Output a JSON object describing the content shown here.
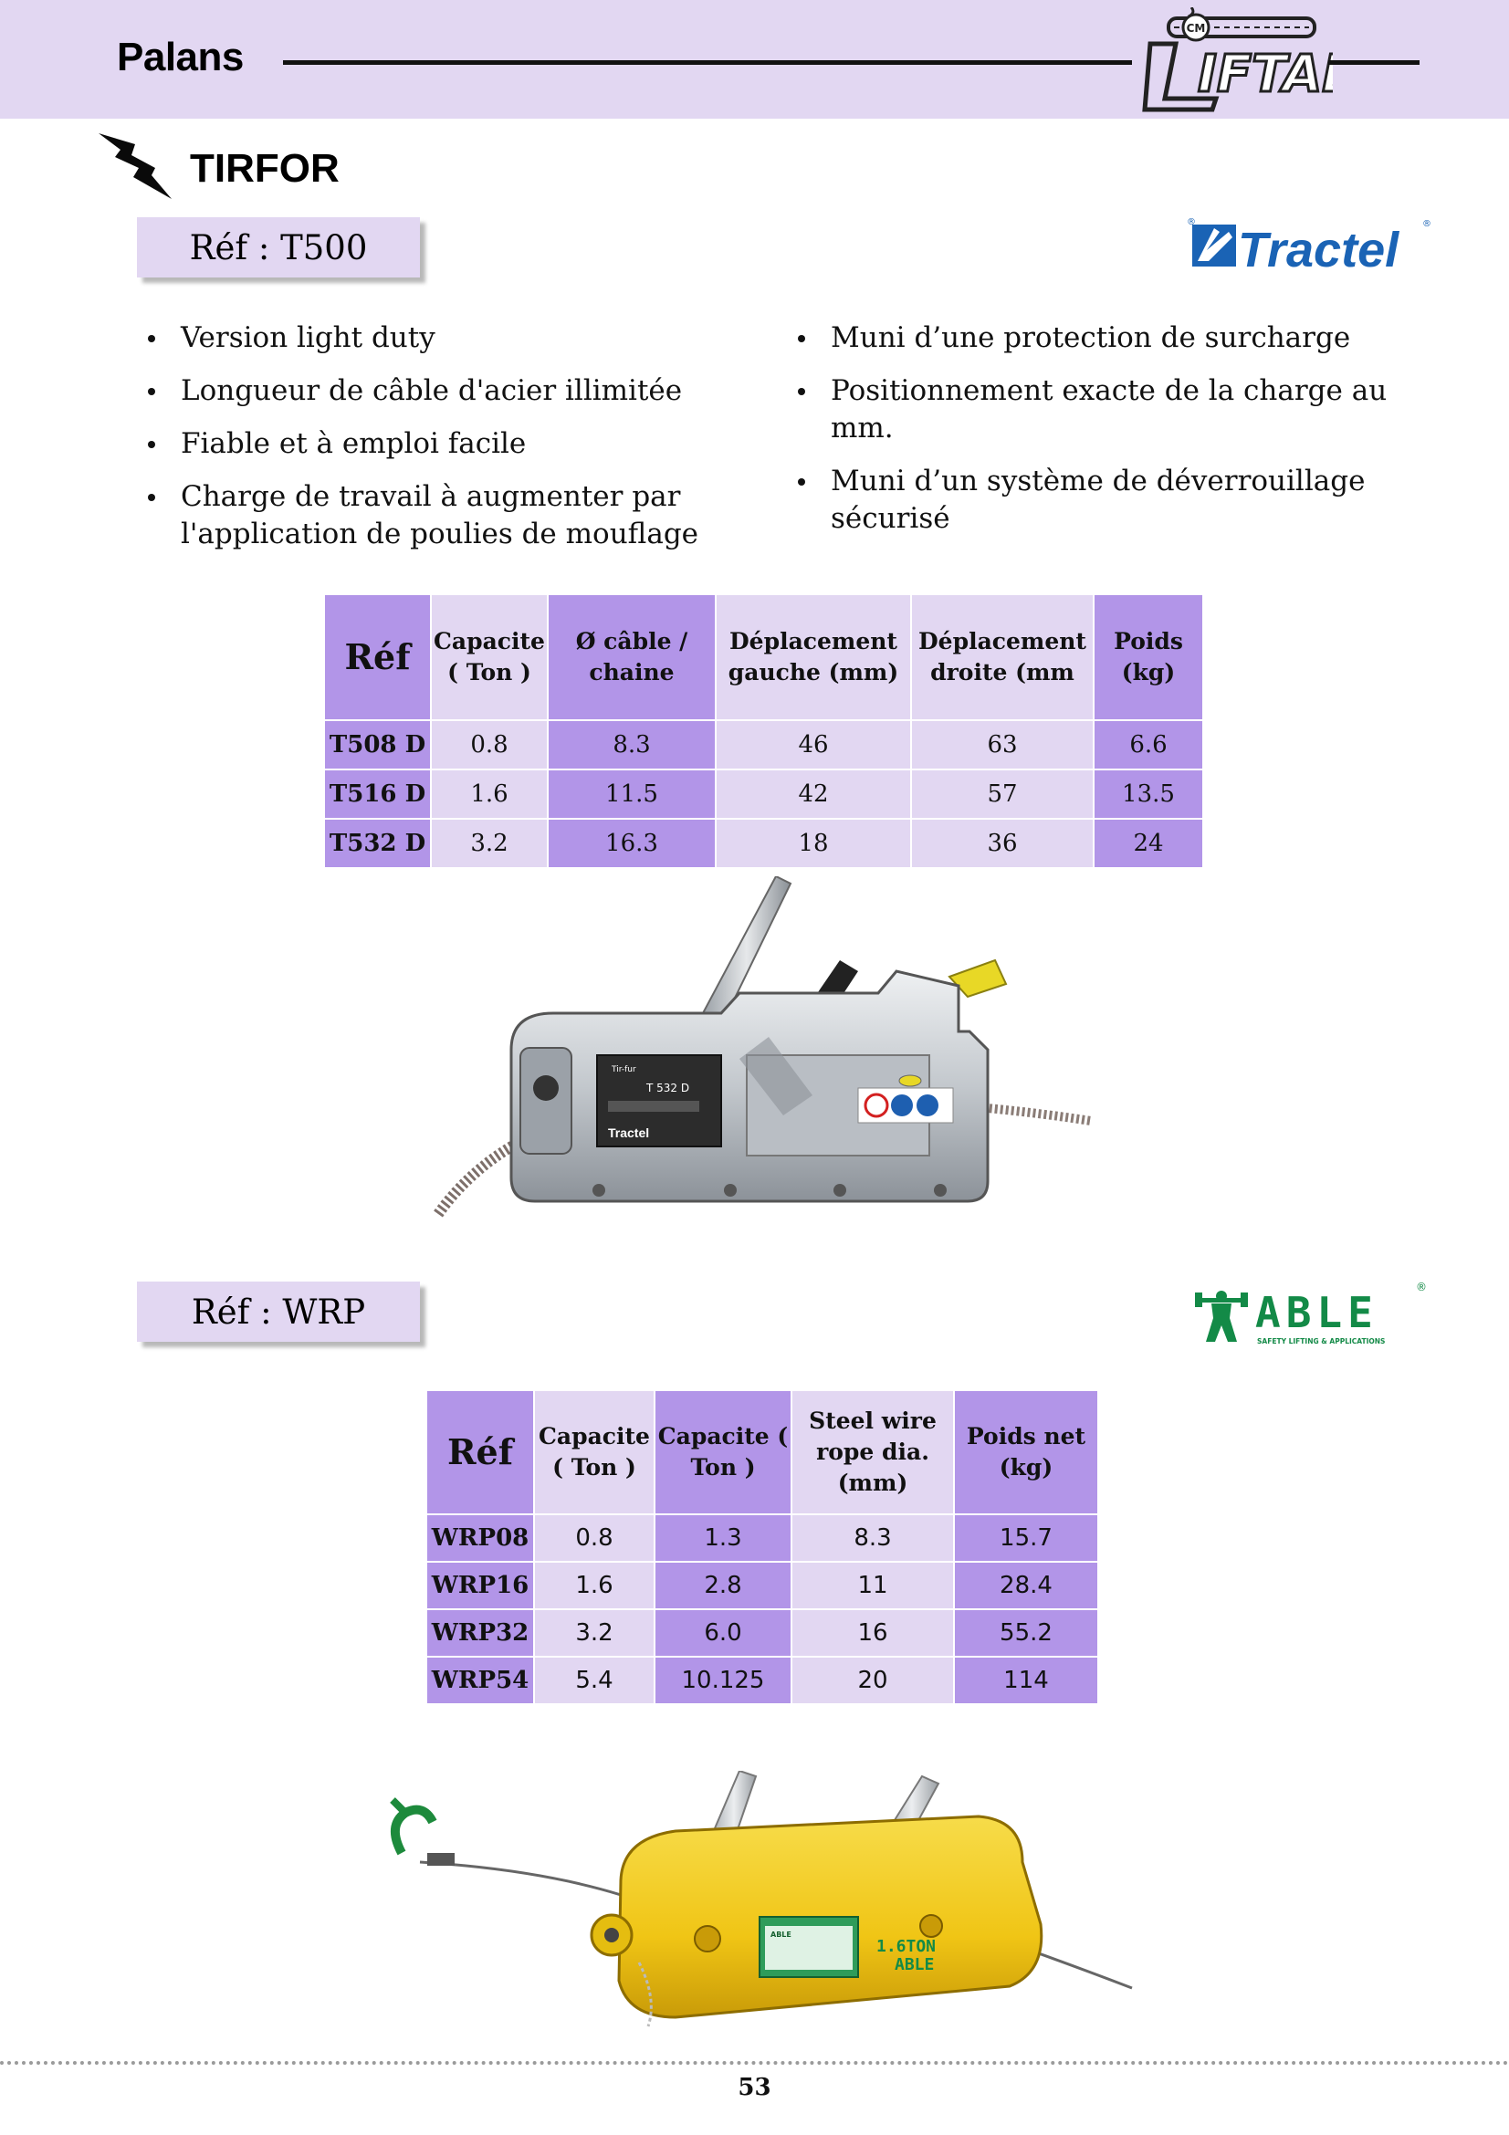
{
  "header": {
    "title": "Palans",
    "logo_text": "IFTAL",
    "logo_badge": "CM"
  },
  "section": {
    "title": "TIRFOR",
    "icon": "lightning-bolt-icon"
  },
  "t500": {
    "ref_label": "Réf : T500",
    "brand_logo_text": "Tractel",
    "bullets_left": [
      "Version light duty",
      "Longueur de câble d'acier illimitée",
      "Fiable et à emploi facile",
      "Charge de travail à augmenter par l'application de poulies de mouflage"
    ],
    "bullets_right": [
      "Muni d’une protection de surcharge",
      "Positionnement exacte de la charge au mm.",
      "Muni d’un système de déverrouillage sécurisé"
    ],
    "table": {
      "headers": [
        "Réf",
        "Capacite ( Ton )",
        "Ø câble / chaine",
        "Déplacement gauche (mm)",
        "Déplacement droite (mm",
        "Poids (kg)"
      ],
      "rows": [
        [
          "T508 D",
          "0.8",
          "8.3",
          "46",
          "63",
          "6.6"
        ],
        [
          "T516 D",
          "1.6",
          "11.5",
          "42",
          "57",
          "13.5"
        ],
        [
          "T532 D",
          "3.2",
          "16.3",
          "18",
          "36",
          "24"
        ]
      ]
    },
    "device_labels": {
      "plate_brand": "Tir-fur",
      "plate_model": "T 532 D",
      "plate_maker": "Tractel"
    }
  },
  "wrp": {
    "ref_label": "Réf : WRP",
    "brand_logo_text": "ABLE",
    "brand_logo_tagline": "SAFETY LIFTING & APPLICATIONS",
    "table": {
      "headers": [
        "Réf",
        "Capacite ( Ton )",
        "Capacite ( Ton )",
        "Steel wire rope dia. (mm)",
        "Poids net (kg)"
      ],
      "rows": [
        [
          "WRP08",
          "0.8",
          "1.3",
          "8.3",
          "15.7"
        ],
        [
          "WRP16",
          "1.6",
          "2.8",
          "11",
          "28.4"
        ],
        [
          "WRP32",
          "3.2",
          "6.0",
          "16",
          "55.2"
        ],
        [
          "WRP54",
          "5.4",
          "10.125",
          "20",
          "114"
        ]
      ]
    },
    "device_labels": {
      "side_capacity": "1.6TON",
      "side_brand": "ABLE",
      "plate_brand": "ABLE"
    }
  },
  "footer": {
    "page_number": "53"
  },
  "colors": {
    "header_band": "#e2d7f2",
    "table_dark": "#b295e8",
    "table_light": "#e2d7f2",
    "tractel_blue": "#1a63b5",
    "able_green": "#138a47",
    "wrp_yellow": "#f2cc1c"
  }
}
